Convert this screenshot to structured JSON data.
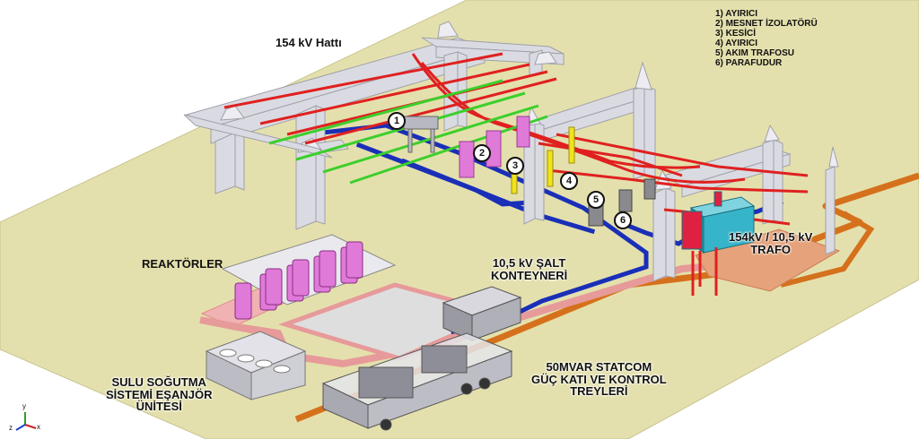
{
  "labels": {
    "line_154kv": "154 kV Hattı",
    "reactors": "REAKTÖRLER",
    "switchgear": [
      "10,5 kV ŞALT",
      "KONTEYNERİ"
    ],
    "transformer": [
      "154kV / 10,5 kV",
      "TRAFO"
    ],
    "cooling": [
      "SULU SOĞUTMA",
      "SİSTEMİ EŞANJÖR",
      "ÜNİTESİ"
    ],
    "statcom": [
      "50MVAR STATCOM",
      "GÜÇ KATI VE KONTROL",
      "TREYLERİ"
    ]
  },
  "legend": [
    "1) AYIRICI",
    "2) MESNET İZOLATÖRÜ",
    "3) KESİCİ",
    "4) AYIRICI",
    "5) AKIM TRAFOSU",
    "6) PARAFUDUR"
  ],
  "markers": [
    "1",
    "2",
    "3",
    "4",
    "5",
    "6"
  ],
  "axis_labels": {
    "x": "x",
    "y": "y",
    "z": "z"
  },
  "colors": {
    "ground": "#e4e0ad",
    "gantry": "#dadbe2",
    "red_line": "#e02020",
    "green_line": "#3ccf2c",
    "blue_line": "#1a2fb8",
    "orange_cable": "#d5711c",
    "pink_path": "#e79a9a",
    "reactor": "#e07ad8",
    "transformer": "#36b4c9",
    "trafo_pad": "#e6a27a"
  }
}
